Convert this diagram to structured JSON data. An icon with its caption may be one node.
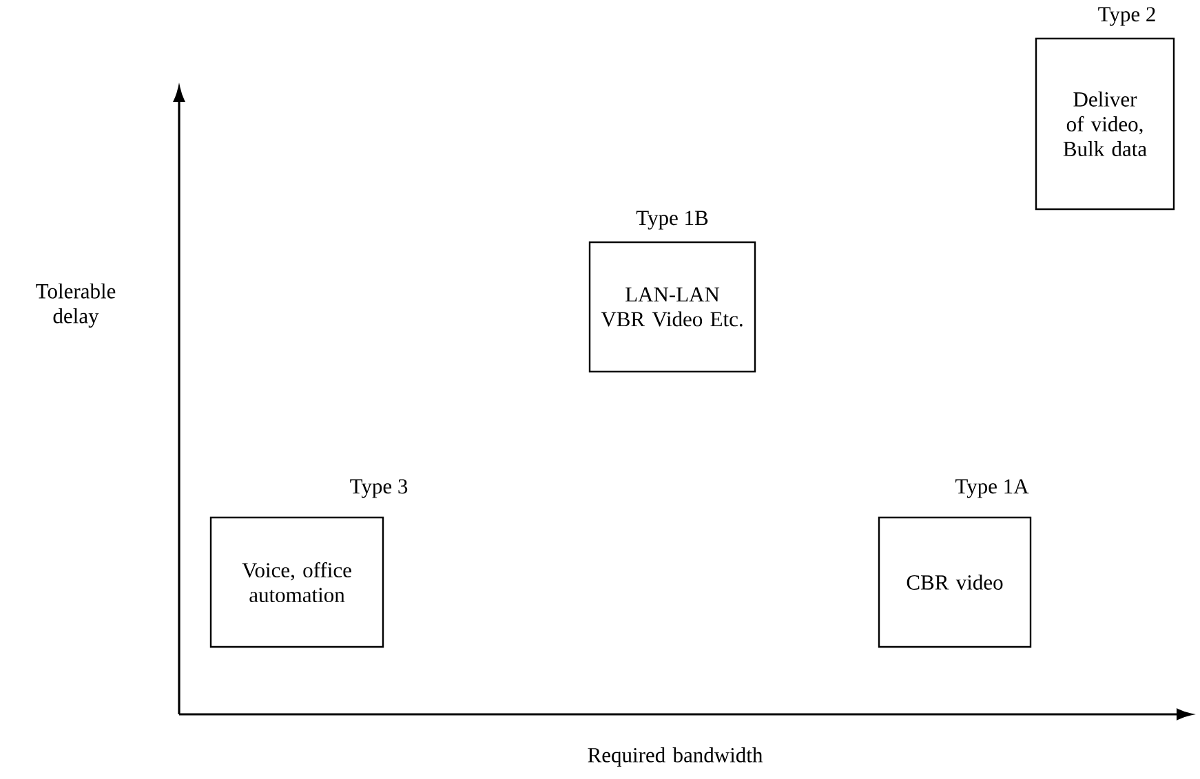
{
  "diagram": {
    "nodes": [
      {
        "text": [
          "Type 2",
          "Deliver of video, Bulk data"
        ]
      },
      {
        "text": [
          "Type 1B",
          "LAN-LAN VBR Video Etc."
        ]
      },
      {
        "text": [
          "Type 3",
          "Voice, office automation"
        ]
      },
      {
        "text": [
          "Type 1A",
          "CBR video"
        ]
      }
    ],
    "labels": [
      "Tolerable delay",
      "Required bandwidth"
    ]
  }
}
